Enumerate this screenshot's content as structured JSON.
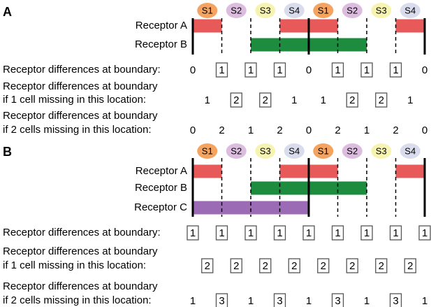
{
  "panels": [
    {
      "letter": "A",
      "segments": [
        {
          "label": "S1",
          "color": "#f4a460"
        },
        {
          "label": "S2",
          "color": "#dcbde0"
        },
        {
          "label": "S3",
          "color": "#f7f3b0"
        },
        {
          "label": "S4",
          "color": "#d9dcec"
        },
        {
          "label": "S1",
          "color": "#f4a460"
        },
        {
          "label": "S2",
          "color": "#dcbde0"
        },
        {
          "label": "S3",
          "color": "#f7f3b0"
        },
        {
          "label": "S4",
          "color": "#d9dcec"
        }
      ],
      "receptors": [
        {
          "label": "Receptor A",
          "color": "#e85a5a",
          "spans": [
            [
              0,
              1
            ],
            [
              3,
              5
            ],
            [
              7,
              8
            ]
          ]
        },
        {
          "label": "Receptor B",
          "color": "#1e8c3f",
          "spans": [
            [
              2,
              6
            ]
          ]
        }
      ],
      "rows": [
        {
          "lines": [
            "Receptor differences at boundary:"
          ],
          "values": [
            "0",
            "1",
            "1",
            "1",
            "0",
            "1",
            "1",
            "1",
            "0"
          ],
          "boxed": [
            false,
            true,
            true,
            true,
            false,
            true,
            true,
            true,
            false
          ]
        },
        {
          "lines": [
            "Receptor differences at boundary",
            "if 1 cell missing in this location:"
          ],
          "values": [
            "1",
            "2",
            "2",
            "1",
            "1",
            "2",
            "2",
            "1"
          ],
          "boxed": [
            false,
            true,
            true,
            false,
            false,
            true,
            true,
            false
          ]
        },
        {
          "lines": [
            "Receptor differences at boundary",
            "if 2 cells missing in this location:"
          ],
          "values": [
            "0",
            "2",
            "1",
            "2",
            "0",
            "2",
            "1",
            "2",
            "0"
          ],
          "boxed": [
            false,
            false,
            false,
            false,
            false,
            false,
            false,
            false,
            false
          ]
        }
      ]
    },
    {
      "letter": "B",
      "segments": [
        {
          "label": "S1",
          "color": "#f4a460"
        },
        {
          "label": "S2",
          "color": "#dcbde0"
        },
        {
          "label": "S3",
          "color": "#f7f3b0"
        },
        {
          "label": "S4",
          "color": "#d9dcec"
        },
        {
          "label": "S1",
          "color": "#f4a460"
        },
        {
          "label": "S2",
          "color": "#dcbde0"
        },
        {
          "label": "S3",
          "color": "#f7f3b0"
        },
        {
          "label": "S4",
          "color": "#d9dcec"
        }
      ],
      "receptors": [
        {
          "label": "Receptor A",
          "color": "#e85a5a",
          "spans": [
            [
              0,
              1
            ],
            [
              3,
              5
            ],
            [
              7,
              8
            ]
          ]
        },
        {
          "label": "Receptor B",
          "color": "#1e8c3f",
          "spans": [
            [
              2,
              6
            ]
          ]
        },
        {
          "label": "Receptor C",
          "color": "#9b6cb5",
          "spans": [
            [
              0,
              4
            ]
          ]
        }
      ],
      "rows": [
        {
          "lines": [
            "Receptor differences at boundary:"
          ],
          "values": [
            "1",
            "1",
            "1",
            "1",
            "1",
            "1",
            "1",
            "1",
            "1"
          ],
          "boxed": [
            true,
            true,
            true,
            true,
            true,
            true,
            true,
            true,
            true
          ]
        },
        {
          "lines": [
            "Receptor differences at boundary",
            "if 1 cell missing in this location:"
          ],
          "values": [
            "2",
            "2",
            "2",
            "2",
            "2",
            "2",
            "2",
            "2"
          ],
          "boxed": [
            true,
            true,
            true,
            true,
            true,
            true,
            true,
            true
          ]
        },
        {
          "lines": [
            "Receptor differences at boundary",
            "if 2 cells missing in this location:"
          ],
          "values": [
            "1",
            "3",
            "1",
            "3",
            "1",
            "3",
            "1",
            "3",
            "1"
          ],
          "boxed": [
            false,
            true,
            false,
            true,
            false,
            true,
            false,
            true,
            false
          ]
        }
      ]
    }
  ]
}
